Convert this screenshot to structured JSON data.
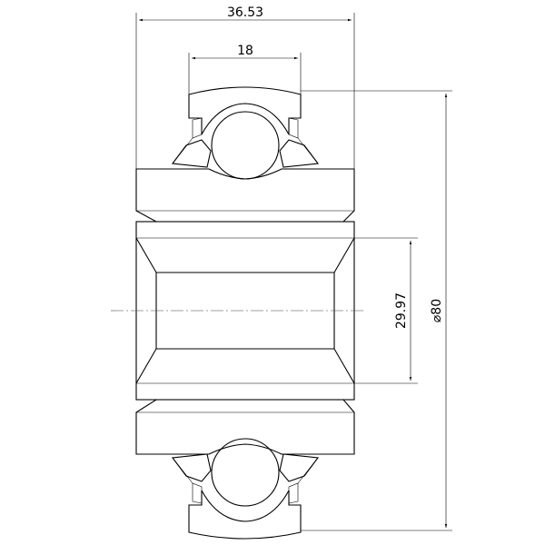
{
  "dimensions": {
    "overall_width": "36.53",
    "outer_ring_width": "18",
    "bore_diameter": "29.97",
    "outer_diameter": "⌀80"
  },
  "colors": {
    "line": "#000000",
    "background": "#ffffff",
    "seal_fill": "#d8d8d8"
  }
}
